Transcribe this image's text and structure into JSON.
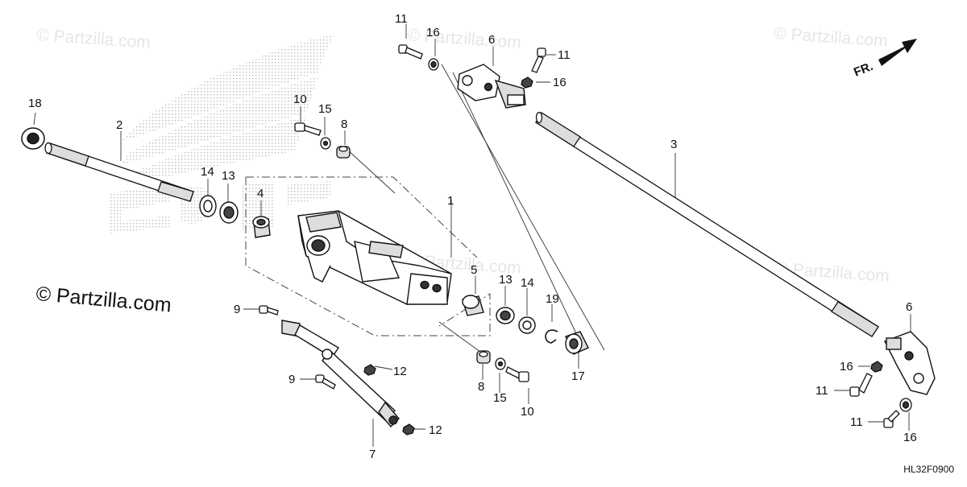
{
  "watermark": "© Partzilla.com",
  "copyright": "© Partzilla.com",
  "diagram_code": "HL32F0900",
  "front_indicator": "FR.",
  "labels": {
    "p1": "1",
    "p2": "2",
    "p3": "3",
    "p4": "4",
    "p5": "5",
    "p6a": "6",
    "p6b": "6",
    "p7": "7",
    "p8a": "8",
    "p8b": "8",
    "p9a": "9",
    "p9b": "9",
    "p10a": "10",
    "p10b": "10",
    "p11a": "11",
    "p11b": "11",
    "p11c": "11",
    "p11d": "11",
    "p12a": "12",
    "p12b": "12",
    "p13a": "13",
    "p13b": "13",
    "p14a": "14",
    "p14b": "14",
    "p15a": "15",
    "p15b": "15",
    "p16a": "16",
    "p16b": "16",
    "p16c": "16",
    "p16d": "16",
    "p17": "17",
    "p18": "18",
    "p19": "19"
  }
}
